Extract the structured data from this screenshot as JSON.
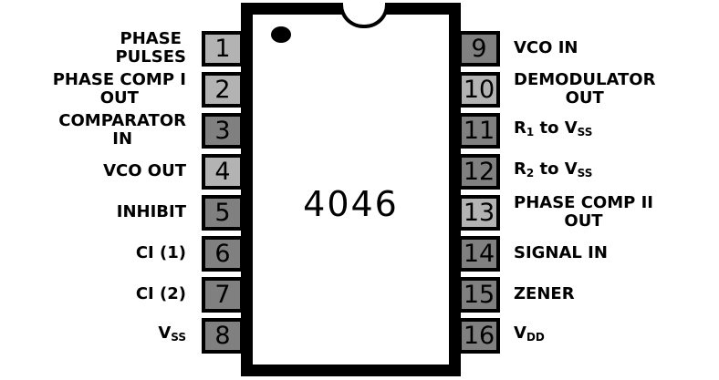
{
  "chip": {
    "name": "4046"
  },
  "colors": {
    "light": "#b3b3b3",
    "dark": "#808080"
  },
  "pins": [
    {
      "n": "1",
      "side": "left",
      "shade": "light",
      "lines": [
        "PHASE",
        "PULSES"
      ]
    },
    {
      "n": "2",
      "side": "left",
      "shade": "light",
      "lines": [
        "PHASE COMP I",
        "OUT"
      ]
    },
    {
      "n": "3",
      "side": "left",
      "shade": "dark",
      "lines": [
        "COMPARATOR",
        "IN"
      ]
    },
    {
      "n": "4",
      "side": "left",
      "shade": "light",
      "lines": [
        "VCO OUT"
      ]
    },
    {
      "n": "5",
      "side": "left",
      "shade": "dark",
      "lines": [
        "INHIBIT"
      ]
    },
    {
      "n": "6",
      "side": "left",
      "shade": "dark",
      "lines": [
        "CI (1)"
      ]
    },
    {
      "n": "7",
      "side": "left",
      "shade": "dark",
      "lines": [
        "CI (2)"
      ]
    },
    {
      "n": "8",
      "side": "left",
      "shade": "dark",
      "parts": [
        [
          "V",
          ""
        ],
        [
          "SS",
          "sub"
        ]
      ]
    },
    {
      "n": "16",
      "side": "right",
      "shade": "dark",
      "parts": [
        [
          "V",
          ""
        ],
        [
          "DD",
          "sub"
        ]
      ]
    },
    {
      "n": "15",
      "side": "right",
      "shade": "dark",
      "lines": [
        "ZENER"
      ]
    },
    {
      "n": "14",
      "side": "right",
      "shade": "dark",
      "lines": [
        "SIGNAL IN"
      ]
    },
    {
      "n": "13",
      "side": "right",
      "shade": "light",
      "lines": [
        "PHASE COMP II",
        "OUT"
      ]
    },
    {
      "n": "12",
      "side": "right",
      "shade": "dark",
      "parts": [
        [
          "R",
          ""
        ],
        [
          "2",
          "sub"
        ],
        [
          " to V",
          ""
        ],
        [
          "SS",
          "sub"
        ]
      ]
    },
    {
      "n": "11",
      "side": "right",
      "shade": "dark",
      "parts": [
        [
          "R",
          ""
        ],
        [
          "1",
          "sub"
        ],
        [
          " to V",
          ""
        ],
        [
          "SS",
          "sub"
        ]
      ]
    },
    {
      "n": "10",
      "side": "right",
      "shade": "light",
      "lines": [
        "DEMODULATOR",
        "OUT"
      ]
    },
    {
      "n": "9",
      "side": "right",
      "shade": "dark",
      "lines": [
        "VCO IN"
      ]
    }
  ]
}
